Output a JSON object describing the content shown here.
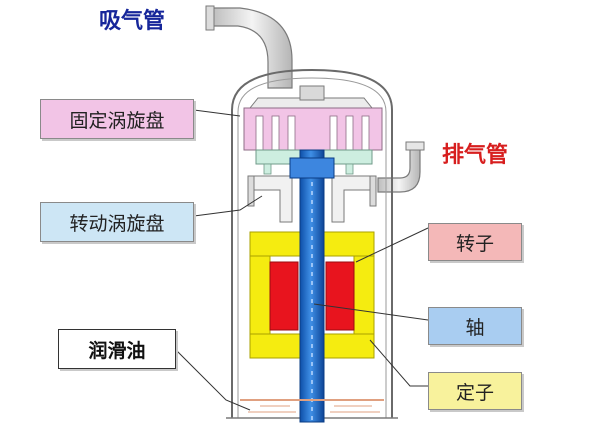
{
  "labels": {
    "intake_pipe": "吸气管",
    "discharge_pipe": "排气管",
    "fixed_scroll": "固定涡旋盘",
    "orbiting_scroll": "转动涡旋盘",
    "lubricating_oil": "润滑油",
    "rotor": "转子",
    "shaft": "轴",
    "stator": "定子"
  },
  "colors": {
    "intake_text": "#16269a",
    "discharge_text": "#d71e1e",
    "fixed_scroll_fill": "#f2c4e6",
    "fixed_scroll_teeth": "#ffffff",
    "orbiting_scroll_fill": "#cde6f5",
    "rotor_fill": "#e8141e",
    "shaft_fill": "#1a6fd0",
    "stator_fill": "#f5ec10",
    "oil_line": "#e0a080",
    "pipe_fill": "#e3e3e3",
    "shell_stroke": "#666666"
  }
}
